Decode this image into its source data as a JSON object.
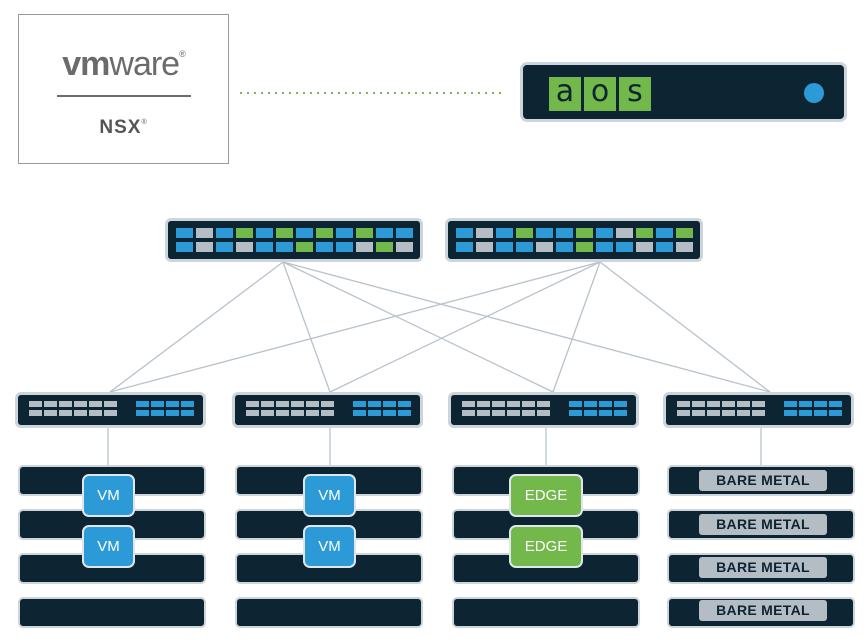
{
  "vmware": {
    "brand_vm": "vm",
    "brand_ware": "ware",
    "registered": "®",
    "product": "NSX",
    "product_mark": "®"
  },
  "aos": {
    "letters": [
      "a",
      "o",
      "s"
    ]
  },
  "colors": {
    "navy": "#0d2433",
    "blue": "#2b9ad6",
    "green": "#72b84a",
    "grey": "#b4bcc4",
    "wire": "#b8c2cb",
    "dashed": "#72b84a"
  },
  "racks": [
    {
      "workloads": [
        "VM",
        "VM"
      ],
      "kind": "vm"
    },
    {
      "workloads": [
        "VM",
        "VM"
      ],
      "kind": "vm"
    },
    {
      "workloads": [
        "EDGE",
        "EDGE"
      ],
      "kind": "edge"
    },
    {
      "workloads": [
        "BARE METAL",
        "BARE METAL",
        "BARE METAL",
        "BARE METAL"
      ],
      "kind": "bare-metal"
    }
  ]
}
